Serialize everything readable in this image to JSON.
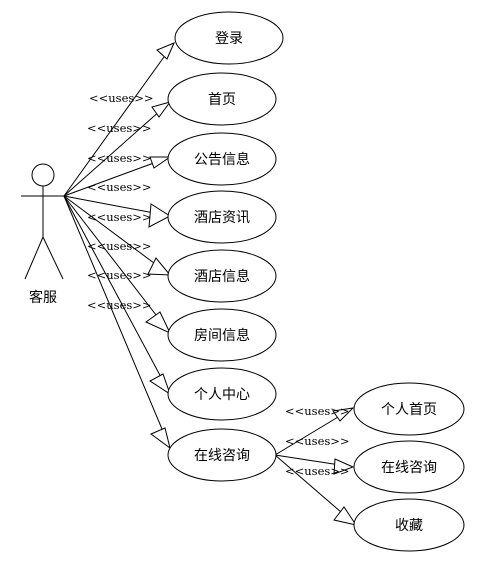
{
  "actor": {
    "name": "客服"
  },
  "use_cases": [
    "登录",
    "首页",
    "公告信息",
    "酒店资讯",
    "酒店信息",
    "房间信息",
    "个人中心",
    "在线咨询"
  ],
  "sub_use_cases": [
    "个人首页",
    "在线咨询",
    "收藏"
  ],
  "relation_labels": [
    "<<uses>>",
    "<<uses>>",
    "<<uses>>",
    "<<uses>>",
    "<<uses>>",
    "<<uses>>",
    "<<uses>>",
    "<<uses>>"
  ],
  "sub_relation_labels": [
    "<<uses>>",
    "<<uses>>",
    "<<uses>>"
  ]
}
